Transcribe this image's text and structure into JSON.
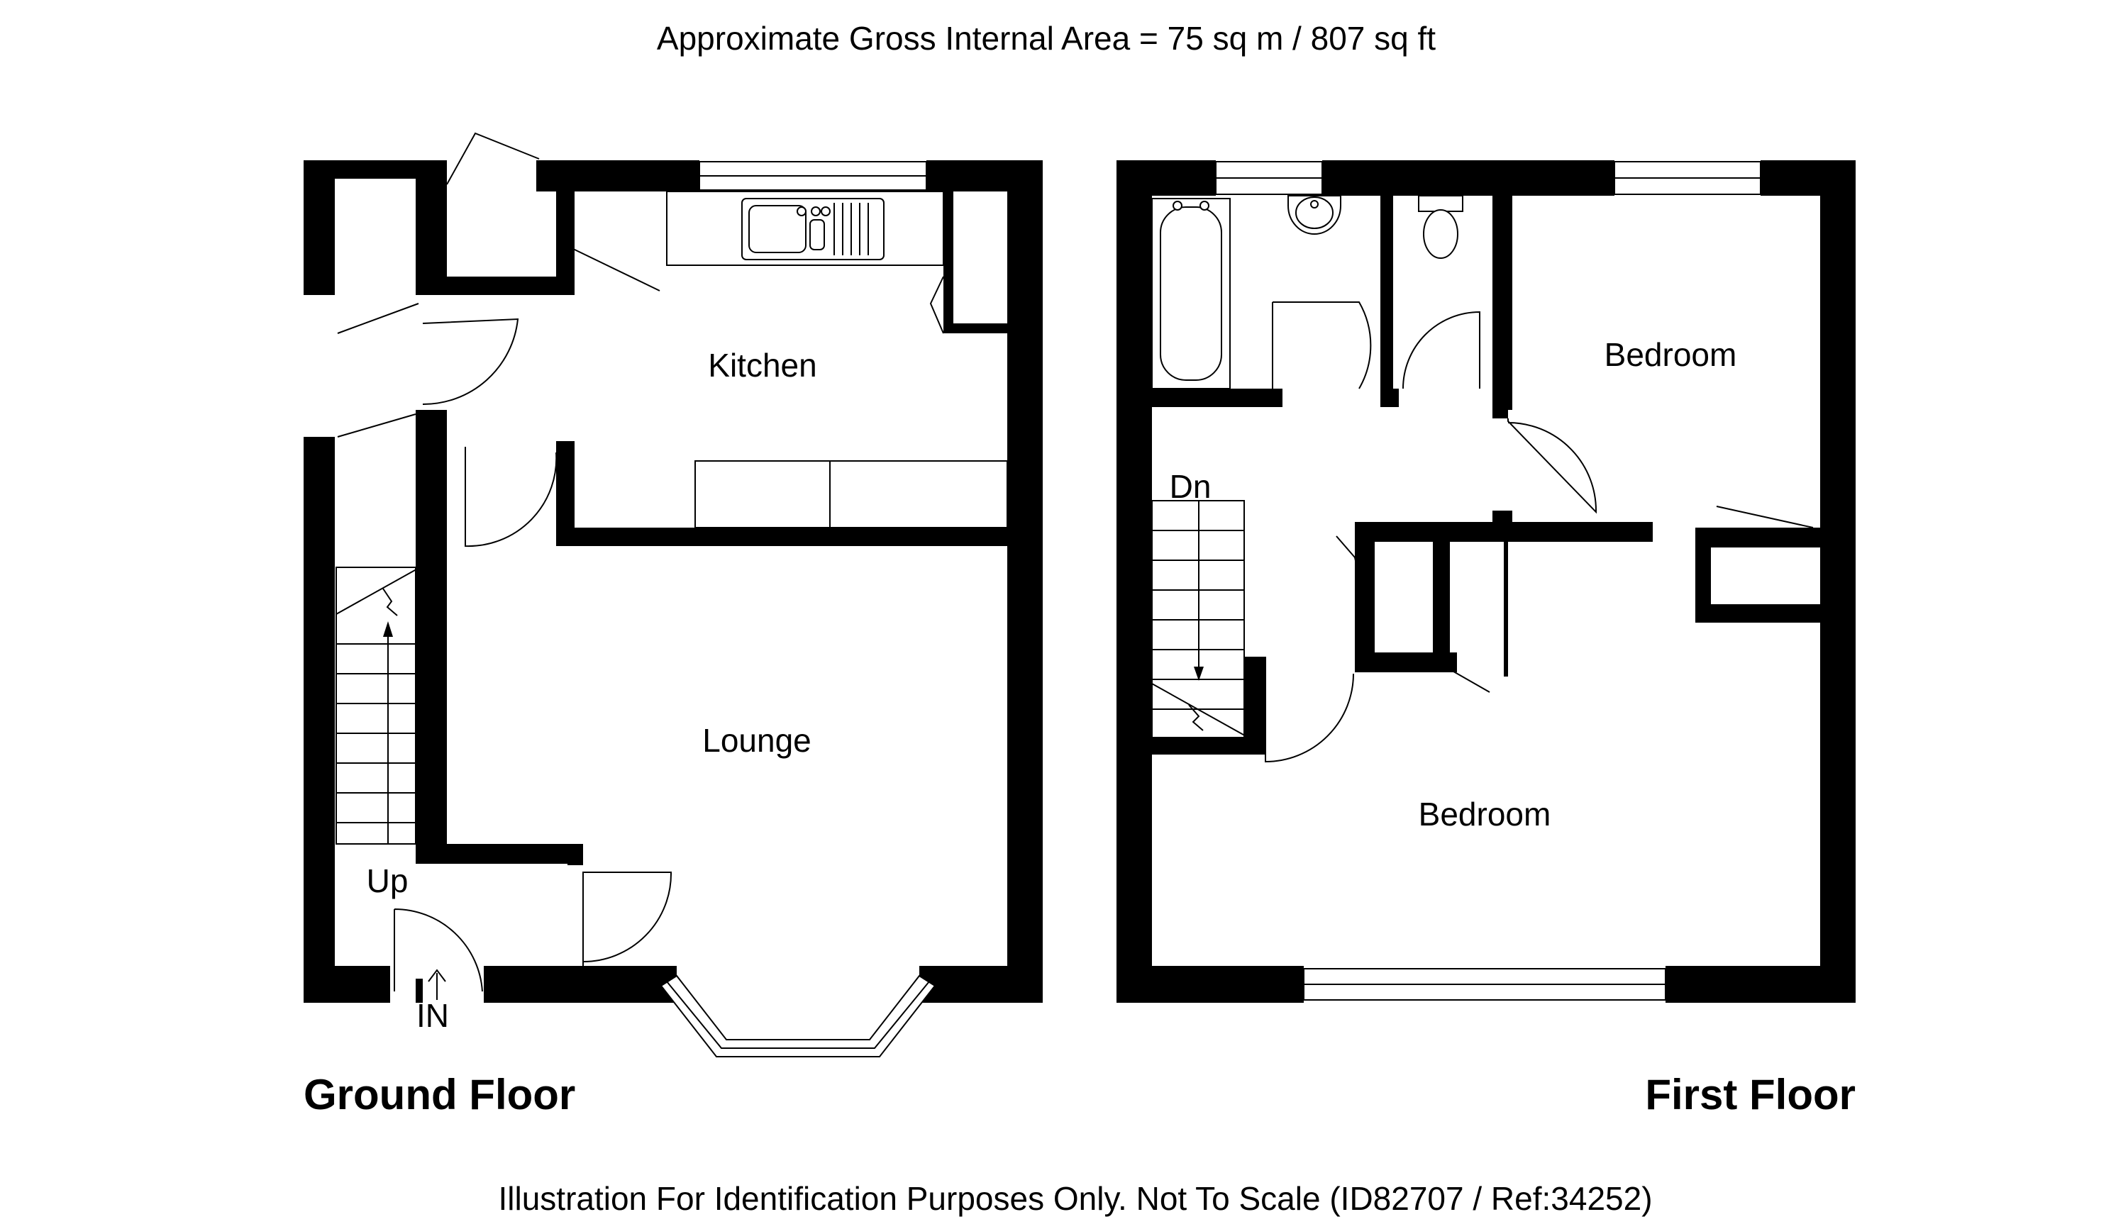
{
  "header": {
    "area_text": "Approximate Gross Internal Area = 75 sq m / 807 sq ft"
  },
  "footer": {
    "disclaimer": "Illustration For Identification Purposes Only. Not To Scale (ID82707 / Ref:34252)"
  },
  "ground_floor": {
    "title": "Ground Floor",
    "rooms": {
      "kitchen": "Kitchen",
      "lounge": "Lounge"
    },
    "stairs_label": "Up",
    "entrance_label": "IN"
  },
  "first_floor": {
    "title": "First Floor",
    "rooms": {
      "bedroom_rear": "Bedroom",
      "bedroom_front": "Bedroom"
    },
    "stairs_label": "Dn"
  }
}
